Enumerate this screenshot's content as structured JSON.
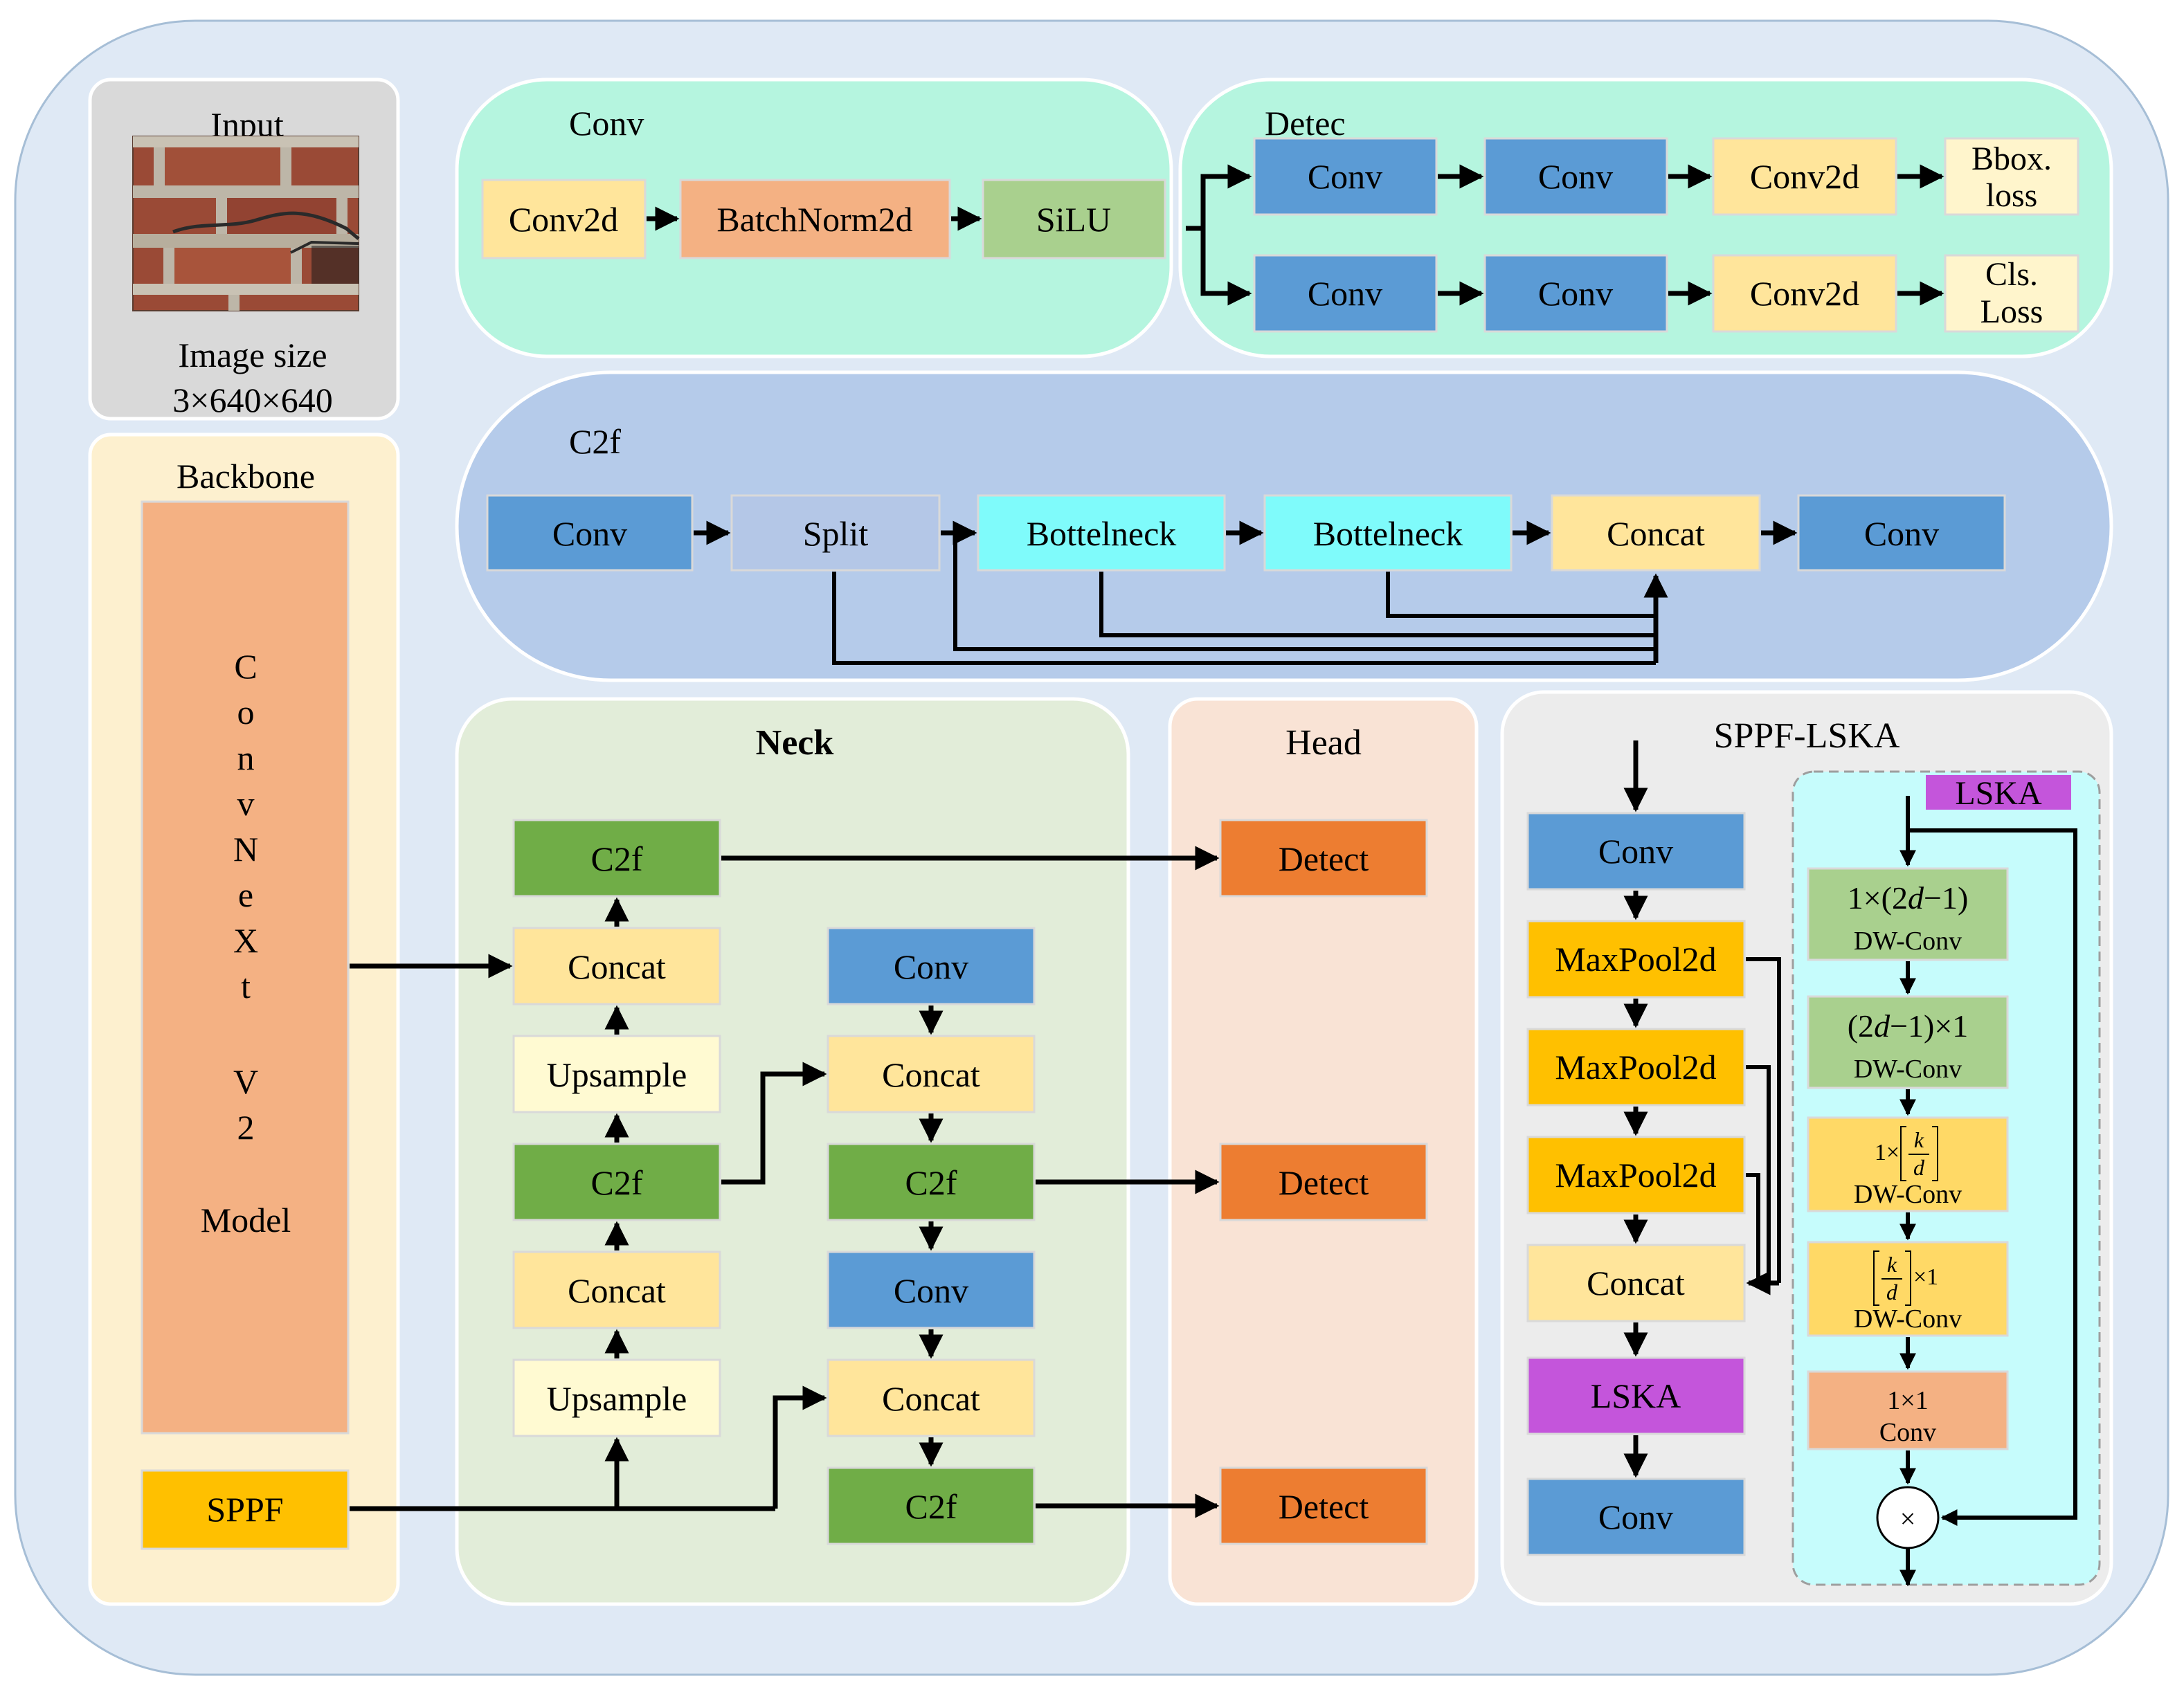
{
  "colors": {
    "outer_bg": "#dfe9f5",
    "panel_gray": "#d9d9d9",
    "panel_cream": "#fdf0cf",
    "panel_mint": "#b5f5df",
    "panel_blue": "#b5cbea",
    "panel_green": "#e2edd9",
    "panel_peach": "#f9e3d5",
    "panel_lightgray": "#ececec",
    "lska_bg": "#c6fcfc",
    "conv_blue": "#5b9bd5",
    "yellow_light": "#ffe59b",
    "salmon": "#f4b183",
    "green_light": "#a9d08e",
    "green_dark": "#70ad47",
    "cyan": "#7ffbfb",
    "gray_blue": "#b4c7e7",
    "cream_box": "#fffad2",
    "orange": "#ed7d31",
    "gold": "#ffc000",
    "purple": "#c455db",
    "light_cream": "#fff5cc"
  },
  "input": {
    "title": "Input",
    "size_label": "Image size",
    "size_value": "3×640×640"
  },
  "backbone": {
    "title": "Backbone",
    "model_letters": [
      "C",
      "o",
      "n",
      "v",
      "N",
      "e",
      "X",
      "t",
      "V",
      "2"
    ],
    "model_word": "Model",
    "sppf": "SPPF"
  },
  "conv_block": {
    "title": "Conv",
    "items": [
      "Conv2d",
      "BatchNorm2d",
      "SiLU"
    ]
  },
  "detec_block": {
    "title": "Detec",
    "row1": [
      "Conv",
      "Conv",
      "Conv2d",
      "Bbox.",
      "loss"
    ],
    "row2": [
      "Conv",
      "Conv",
      "Conv2d",
      "Cls.",
      "Loss"
    ]
  },
  "c2f_block": {
    "title": "C2f",
    "items": [
      "Conv",
      "Split",
      "Bottelneck",
      "Bottelneck",
      "Concat",
      "Conv"
    ]
  },
  "neck": {
    "title": "Neck",
    "left_column": [
      "C2f",
      "Concat",
      "Upsample",
      "C2f",
      "Concat",
      "Upsample"
    ],
    "right_column": [
      "Conv",
      "Concat",
      "C2f",
      "Conv",
      "Concat",
      "C2f"
    ]
  },
  "head": {
    "title": "Head",
    "items": [
      "Detect",
      "Detect",
      "Detect"
    ]
  },
  "sppf_lska": {
    "title": "SPPF-LSKA",
    "items": [
      "Conv",
      "MaxPool2d",
      "MaxPool2d",
      "MaxPool2d",
      "Concat",
      "LSKA",
      "Conv"
    ]
  },
  "lska": {
    "title": "LSKA",
    "kernel_k": "k",
    "kernel_d": "d",
    "dw_conv": "DW-Conv",
    "pw_top": "1×1",
    "pw_bottom": "Conv",
    "multiply": "×"
  },
  "lska_exprs": {
    "k1": "1×(2",
    "k1_italic": "d",
    "k1_end": "−1)",
    "k2": "(2",
    "k2_italic": "d",
    "k2_end": "−1)×1",
    "k3_prefix": "1×",
    "k4_suffix": "×1"
  }
}
